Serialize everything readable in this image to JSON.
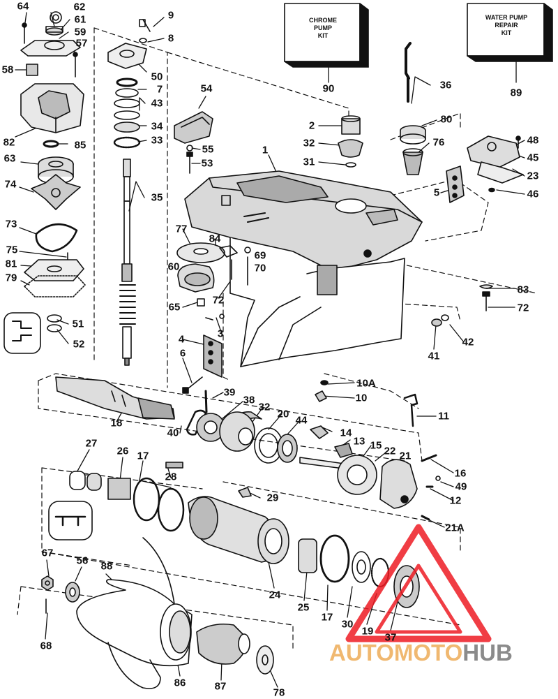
{
  "kits": [
    {
      "id": "chrome-pump-kit",
      "title": "CHROME\nPUMP\nKIT",
      "part": "90"
    },
    {
      "id": "water-pump-repair-kit",
      "title": "WATER PUMP\nREPAIR\nKIT",
      "part": "89"
    }
  ],
  "callouts": [
    {
      "id": "64",
      "text": "64"
    },
    {
      "id": "62",
      "text": "62"
    },
    {
      "id": "61",
      "text": "61"
    },
    {
      "id": "59",
      "text": "59"
    },
    {
      "id": "57",
      "text": "57"
    },
    {
      "id": "58",
      "text": "58"
    },
    {
      "id": "82",
      "text": "82"
    },
    {
      "id": "85",
      "text": "85"
    },
    {
      "id": "63",
      "text": "63"
    },
    {
      "id": "74",
      "text": "74"
    },
    {
      "id": "73",
      "text": "73"
    },
    {
      "id": "75",
      "text": "75"
    },
    {
      "id": "81",
      "text": "81"
    },
    {
      "id": "79",
      "text": "79"
    },
    {
      "id": "51",
      "text": "51"
    },
    {
      "id": "52",
      "text": "52"
    },
    {
      "id": "9",
      "text": "9"
    },
    {
      "id": "8",
      "text": "8"
    },
    {
      "id": "50",
      "text": "50"
    },
    {
      "id": "7",
      "text": "7"
    },
    {
      "id": "43",
      "text": "43"
    },
    {
      "id": "34",
      "text": "34"
    },
    {
      "id": "33",
      "text": "33"
    },
    {
      "id": "35",
      "text": "35"
    },
    {
      "id": "54",
      "text": "54"
    },
    {
      "id": "55",
      "text": "55"
    },
    {
      "id": "53",
      "text": "53"
    },
    {
      "id": "2",
      "text": "2"
    },
    {
      "id": "32a",
      "text": "32"
    },
    {
      "id": "31",
      "text": "31"
    },
    {
      "id": "1",
      "text": "1"
    },
    {
      "id": "36",
      "text": "36"
    },
    {
      "id": "80",
      "text": "80"
    },
    {
      "id": "76",
      "text": "76"
    },
    {
      "id": "48",
      "text": "48"
    },
    {
      "id": "45",
      "text": "45"
    },
    {
      "id": "23",
      "text": "23"
    },
    {
      "id": "46",
      "text": "46"
    },
    {
      "id": "5",
      "text": "5"
    },
    {
      "id": "77",
      "text": "77"
    },
    {
      "id": "84",
      "text": "84"
    },
    {
      "id": "69",
      "text": "69"
    },
    {
      "id": "70",
      "text": "70"
    },
    {
      "id": "60",
      "text": "60"
    },
    {
      "id": "72a",
      "text": "72"
    },
    {
      "id": "65",
      "text": "65"
    },
    {
      "id": "3",
      "text": "3"
    },
    {
      "id": "83",
      "text": "83"
    },
    {
      "id": "72b",
      "text": "72"
    },
    {
      "id": "42",
      "text": "42"
    },
    {
      "id": "41",
      "text": "41"
    },
    {
      "id": "4",
      "text": "4"
    },
    {
      "id": "6",
      "text": "6"
    },
    {
      "id": "10A",
      "text": "10A"
    },
    {
      "id": "10",
      "text": "10"
    },
    {
      "id": "39",
      "text": "39"
    },
    {
      "id": "38",
      "text": "38"
    },
    {
      "id": "32b",
      "text": "32"
    },
    {
      "id": "20",
      "text": "20"
    },
    {
      "id": "44",
      "text": "44"
    },
    {
      "id": "11",
      "text": "11"
    },
    {
      "id": "18",
      "text": "18"
    },
    {
      "id": "40",
      "text": "40"
    },
    {
      "id": "14",
      "text": "14"
    },
    {
      "id": "13",
      "text": "13"
    },
    {
      "id": "15",
      "text": "15"
    },
    {
      "id": "22",
      "text": "22"
    },
    {
      "id": "21",
      "text": "21"
    },
    {
      "id": "16",
      "text": "16"
    },
    {
      "id": "49",
      "text": "49"
    },
    {
      "id": "12",
      "text": "12"
    },
    {
      "id": "27",
      "text": "27"
    },
    {
      "id": "26",
      "text": "26"
    },
    {
      "id": "17a",
      "text": "17"
    },
    {
      "id": "28",
      "text": "28"
    },
    {
      "id": "29",
      "text": "29"
    },
    {
      "id": "21A",
      "text": "21A"
    },
    {
      "id": "67",
      "text": "67"
    },
    {
      "id": "56",
      "text": "56"
    },
    {
      "id": "88",
      "text": "88"
    },
    {
      "id": "24",
      "text": "24"
    },
    {
      "id": "25",
      "text": "25"
    },
    {
      "id": "17b",
      "text": "17"
    },
    {
      "id": "30",
      "text": "30"
    },
    {
      "id": "19",
      "text": "19"
    },
    {
      "id": "37",
      "text": "37"
    },
    {
      "id": "68",
      "text": "68"
    },
    {
      "id": "86",
      "text": "86"
    },
    {
      "id": "87",
      "text": "87"
    },
    {
      "id": "78",
      "text": "78"
    }
  ],
  "watermark": {
    "part_a": "AUTOMOTO",
    "part_b": "HUB",
    "color_a": "#f0b870",
    "color_b": "#8b8b8b",
    "logo_color": "#ee1c24"
  },
  "colors": {
    "ink": "#111111",
    "paper": "#ffffff"
  }
}
